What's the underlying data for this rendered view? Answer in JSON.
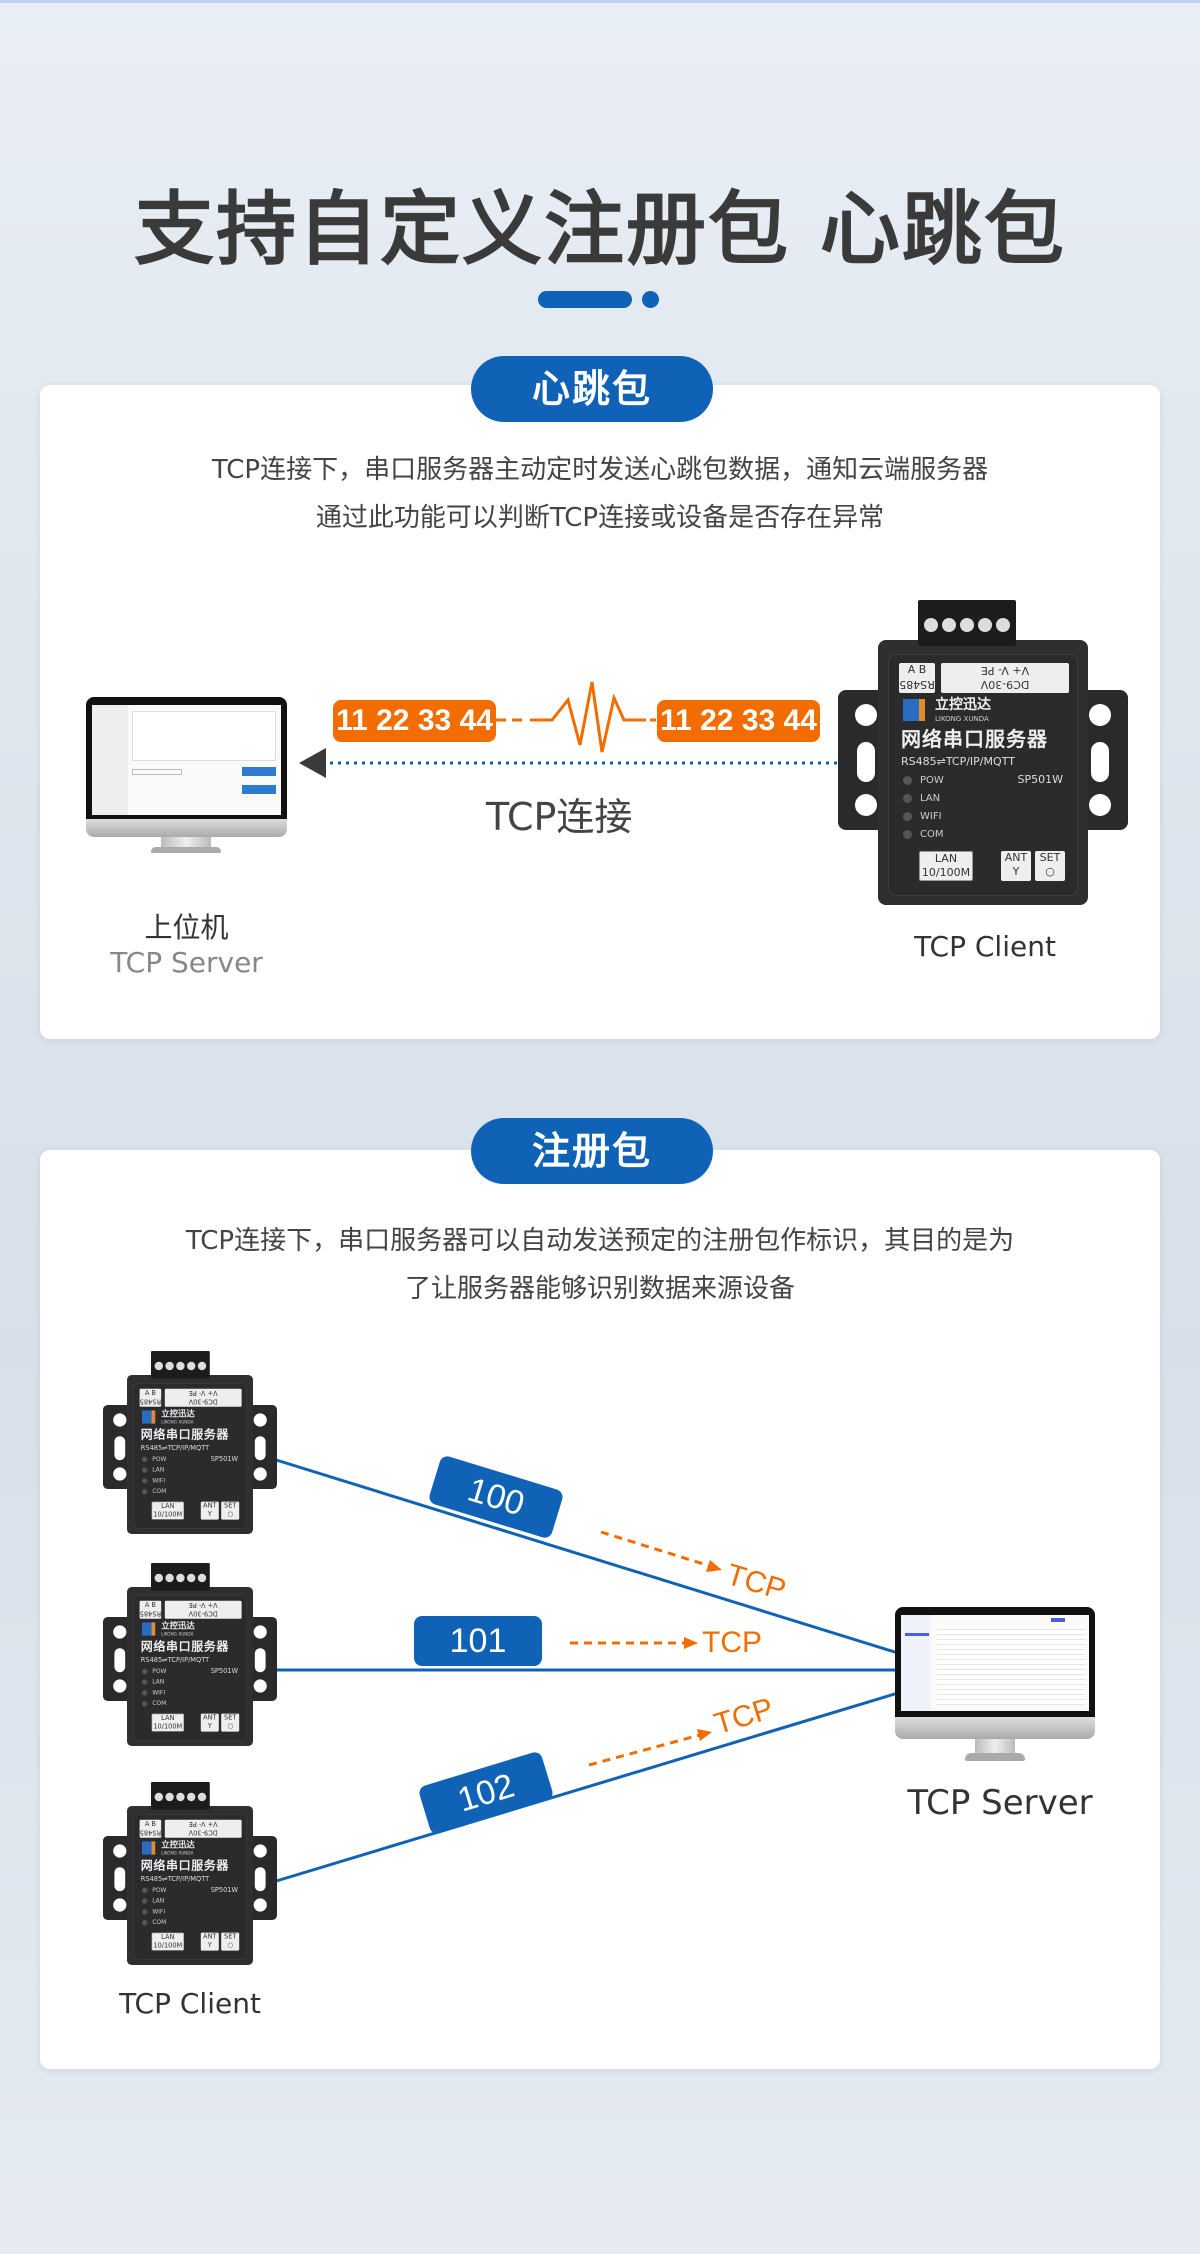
{
  "title": "支持自定义注册包 心跳包",
  "colors": {
    "accent": "#0f62b6",
    "orange": "#f36c00"
  },
  "heartbeat": {
    "pill": "心跳包",
    "desc": [
      "TCP连接下，串口服务器主动定时发送心跳包数据，通知云端服务器",
      "通过此功能可以判断TCP连接或设备是否存在异常"
    ],
    "packet_left": "11 22 33 44",
    "packet_right": "11 22 33 44",
    "connection": "TCP连接",
    "host_label": "上位机",
    "server_label": "TCP Server",
    "client_label": "TCP Client"
  },
  "register": {
    "pill": "注册包",
    "desc": [
      "TCP连接下，串口服务器可以自动发送预定的注册包作标识，其目的是为",
      "了让服务器能够识别数据来源设备"
    ],
    "packets": [
      "100",
      "101",
      "102"
    ],
    "tcp": "TCP",
    "server_label": "TCP Server",
    "client_label": "TCP Client"
  },
  "device": {
    "rs485_top": "A B",
    "rs485": "RS485",
    "power_top": "V+ V- PE",
    "power": "DC9-30V",
    "brand": "立控迅达",
    "brand_en": "LIKONG XUNDA",
    "name": "网络串口服务器",
    "protocol": "RS485⇌TCP/IP/MQTT",
    "model": "SP501W",
    "leds": [
      "POW",
      "LAN",
      "WIFI",
      "COM"
    ],
    "lan": "LAN",
    "lan_speed": "10/100M",
    "ant": "ANT",
    "set": "SET"
  }
}
